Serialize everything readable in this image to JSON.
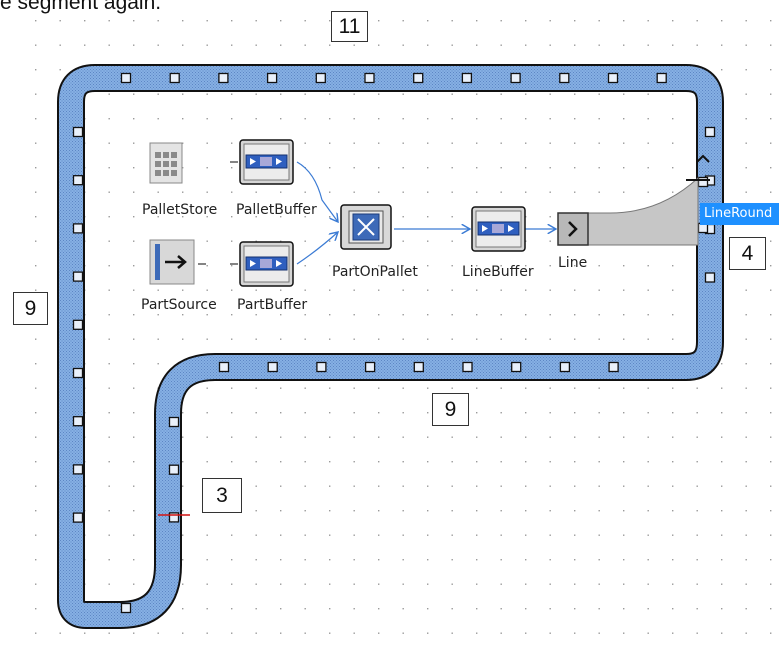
{
  "caption": "e segment again.",
  "objects": [
    {
      "id": "pallet-store",
      "label": "PalletStore"
    },
    {
      "id": "pallet-buffer",
      "label": "PalletBuffer"
    },
    {
      "id": "part-source",
      "label": "PartSource"
    },
    {
      "id": "part-buffer",
      "label": "PartBuffer"
    },
    {
      "id": "part-on-pallet",
      "label": "PartOnPallet"
    },
    {
      "id": "line-buffer",
      "label": "LineBuffer"
    },
    {
      "id": "line",
      "label": "Line"
    }
  ],
  "selected_label": "LineRound",
  "segment_lengths": {
    "top": "11",
    "left": "9",
    "right": "4",
    "middle": "9",
    "lower": "3"
  },
  "colors": {
    "conveyor_fill": "#7fa9df",
    "conveyor_outline": "#111111",
    "connector": "#3b7bd4",
    "selection": "#1e90ff",
    "grid_dot": "#9a9a9a"
  }
}
